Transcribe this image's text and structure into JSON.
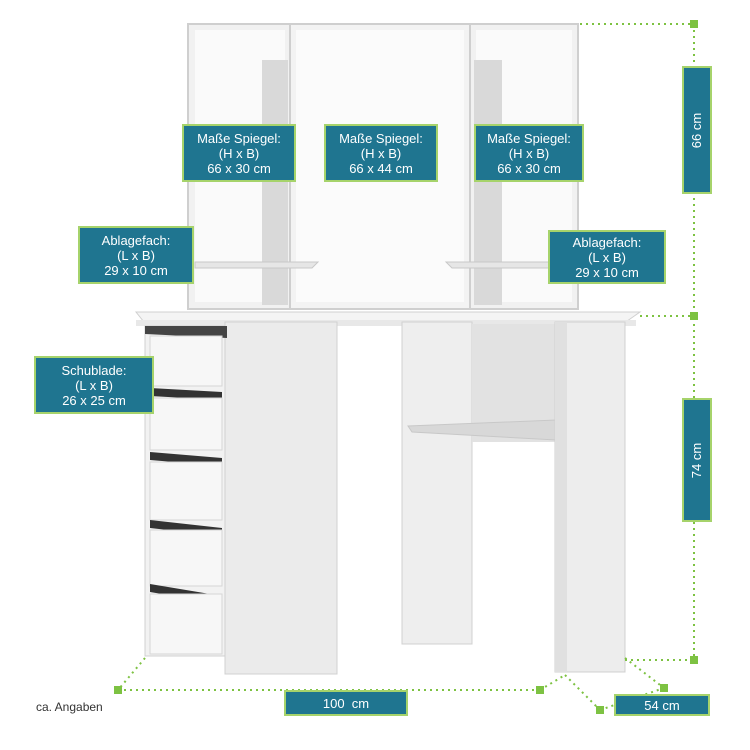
{
  "mirror_labels": [
    {
      "title": "Maße Spiegel:",
      "dims": "(H x B)",
      "value": "66 x 30 cm"
    },
    {
      "title": "Maße Spiegel:",
      "dims": "(H x B)",
      "value": "66 x 44 cm"
    },
    {
      "title": "Maße Spiegel:",
      "dims": "(H x B)",
      "value": "66 x 30 cm"
    }
  ],
  "shelf_labels": [
    {
      "title": "Ablagefach:",
      "dims": "(L x B)",
      "value": "29 x 10 cm"
    },
    {
      "title": "Ablagefach:",
      "dims": "(L x B)",
      "value": "29 x 10 cm"
    }
  ],
  "drawer_label": {
    "title": "Schublade:",
    "dims": "(L x B)",
    "value": "26 x 25 cm"
  },
  "dimensions": {
    "mirror_height": "66 cm",
    "table_height": "74 cm",
    "width": "100  cm",
    "depth": "54 cm"
  },
  "note": "ca. Angaben",
  "colors": {
    "label_bg": "#1f7590",
    "label_border": "#a6d36b",
    "guide_green": "#7dc242"
  }
}
